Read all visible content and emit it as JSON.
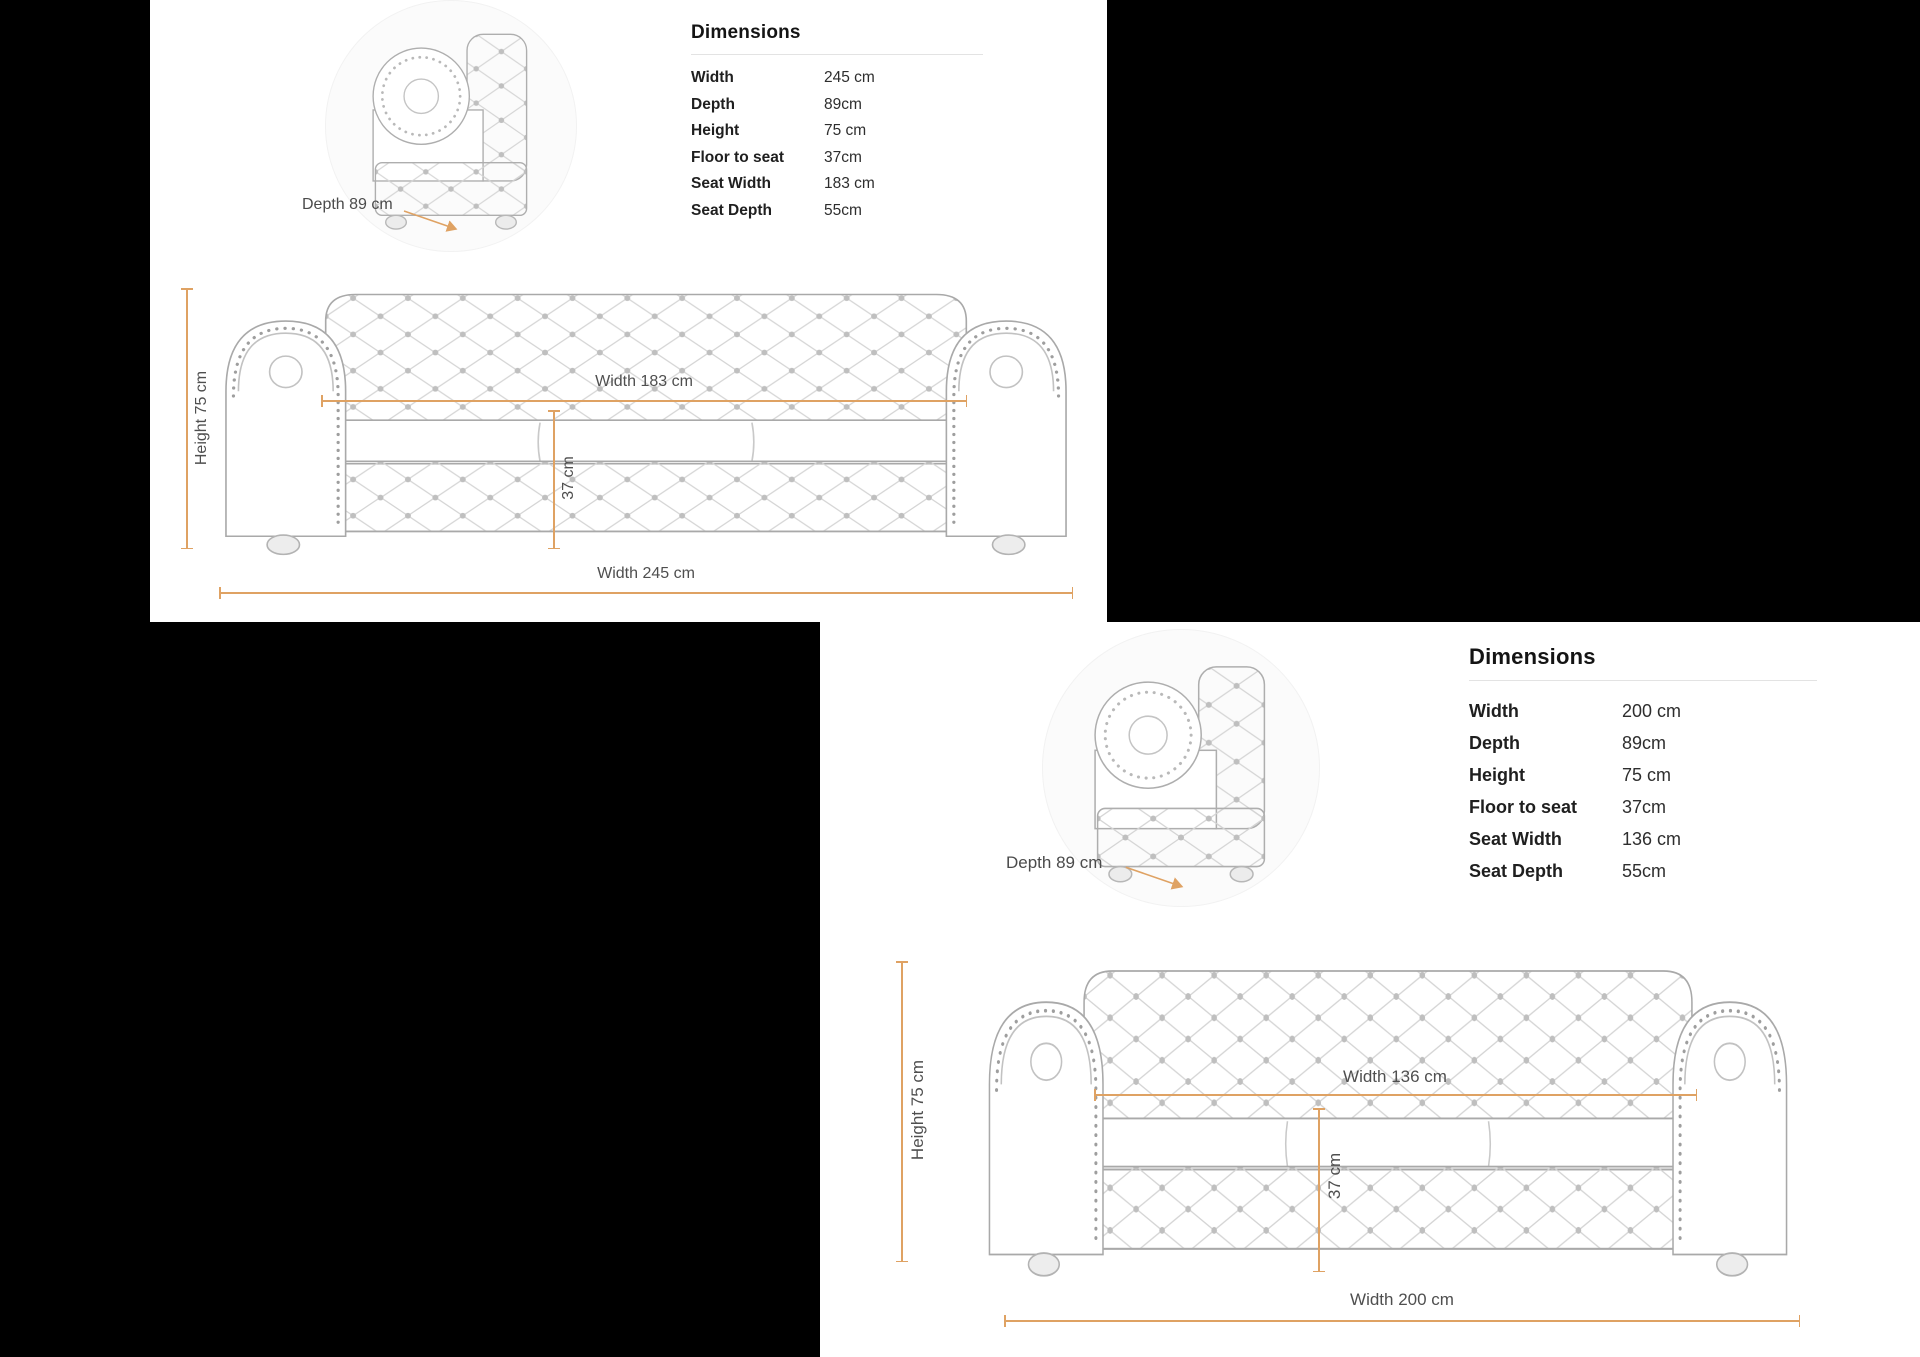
{
  "colors": {
    "accent": "#dfa263",
    "panel_bg": "#ffffff",
    "page_bg": "#000000"
  },
  "panels": [
    {
      "name": "large-sofa",
      "depth_caption": "Depth 89 cm",
      "dimensions": {
        "title": "Dimensions",
        "rows": [
          {
            "label": "Width",
            "value": "245 cm"
          },
          {
            "label": "Depth",
            "value": "89cm"
          },
          {
            "label": "Height",
            "value": "75 cm"
          },
          {
            "label": "Floor to seat",
            "value": "37cm"
          },
          {
            "label": "Seat Width",
            "value": "183 cm"
          },
          {
            "label": "Seat Depth",
            "value": "55cm"
          }
        ]
      },
      "annotations": {
        "height": "Height 75 cm",
        "seat_width": "Width 183 cm",
        "floor_to_seat": "37 cm",
        "overall_width": "Width 245 cm"
      }
    },
    {
      "name": "small-sofa",
      "depth_caption": "Depth 89 cm",
      "dimensions": {
        "title": "Dimensions",
        "rows": [
          {
            "label": "Width",
            "value": "200 cm"
          },
          {
            "label": "Depth",
            "value": "89cm"
          },
          {
            "label": "Height",
            "value": "75 cm"
          },
          {
            "label": "Floor to seat",
            "value": "37cm"
          },
          {
            "label": "Seat Width",
            "value": "136 cm"
          },
          {
            "label": "Seat Depth",
            "value": "55cm"
          }
        ]
      },
      "annotations": {
        "height": "Height 75 cm",
        "seat_width": "Width 136 cm",
        "floor_to_seat": "37 cm",
        "overall_width": "Width 200 cm"
      }
    }
  ]
}
